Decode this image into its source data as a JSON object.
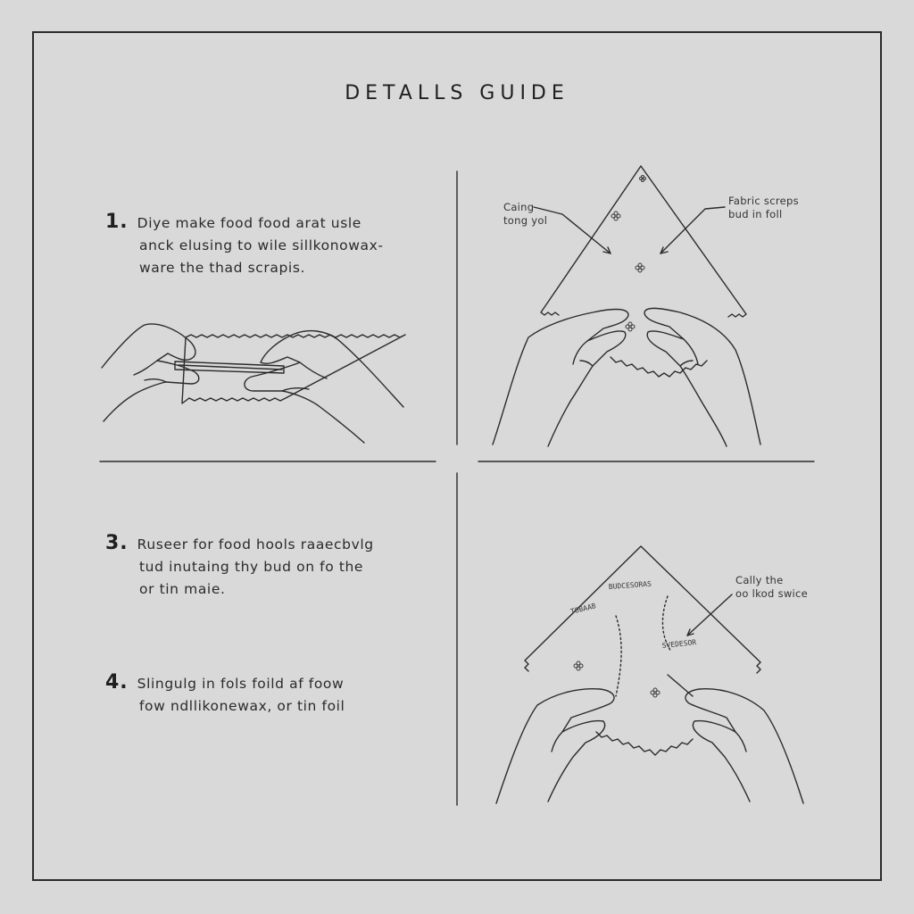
{
  "title": "DETALLS GUIDE",
  "steps": [
    {
      "num": "1.",
      "lines": [
        "Diye make food food arat usle",
        "anck elusing to wile sillkonowax-",
        "ware the thad scrapis."
      ]
    },
    {
      "num": "3.",
      "lines": [
        "Ruseer for food hools raaecbvlg",
        "tud inutaing thy bud on fo the",
        "or tin maie."
      ]
    },
    {
      "num": "4.",
      "lines": [
        "Slingulg in fols foild af foow",
        "fow ndllikonewax, or tin foil"
      ]
    }
  ],
  "annotations": {
    "panel2_left": [
      "Caing",
      "tong yol"
    ],
    "panel2_right": [
      "Fabric screps",
      "bud in foll"
    ],
    "panel4_right": [
      "Cally the",
      "oo lkod swice"
    ],
    "fabric_text_top": "BUDCESORAS",
    "fabric_text_left": "TOBAAB",
    "fabric_text_mid": "SVEDESOR"
  },
  "colors": {
    "background": "#d9d9d9",
    "ink": "#2a2a2a"
  }
}
